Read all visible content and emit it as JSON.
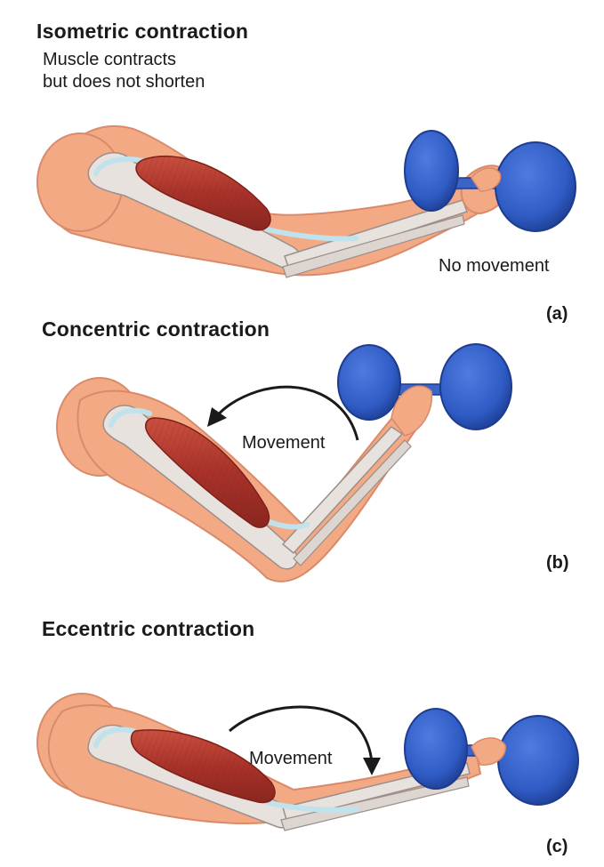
{
  "panels": [
    {
      "title": "Isometric contraction",
      "subtitle_lines": [
        "Muscle contracts",
        "but does not shorten"
      ],
      "annotation": "No movement",
      "letter": "(a)"
    },
    {
      "title": "Concentric contraction",
      "annotation": "Movement",
      "letter": "(b)"
    },
    {
      "title": "Eccentric contraction",
      "annotation": "Movement",
      "letter": "(c)"
    }
  ],
  "colors": {
    "skin": "#f4a985",
    "skin_outline": "#d98a68",
    "bone": "#e8e2de",
    "bone_outline": "#9a8f8a",
    "muscle": "#b23a2e",
    "tendon": "#bfe2ec",
    "dumbbell": "#2f5bc4",
    "dumbbell_dark": "#1d3c8f"
  },
  "icons": [
    "arm-illustration",
    "dumbbell-icon",
    "movement-arrow-icon"
  ]
}
